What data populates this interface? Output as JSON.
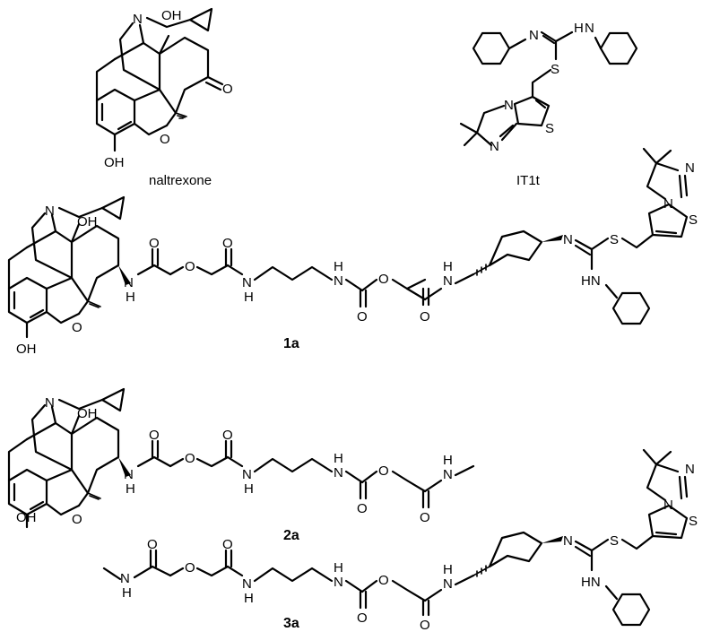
{
  "compounds": [
    {
      "id": "naltrexone",
      "label": "naltrexone"
    },
    {
      "id": "it1t",
      "label": "IT1t"
    },
    {
      "id": "1a",
      "label": "1a"
    },
    {
      "id": "2a",
      "label": "2a"
    },
    {
      "id": "3a",
      "label": "3a"
    }
  ],
  "atoms": {
    "N": "N",
    "OH": "OH",
    "O": "O",
    "S": "S",
    "H": "H",
    "HN": "HN"
  }
}
